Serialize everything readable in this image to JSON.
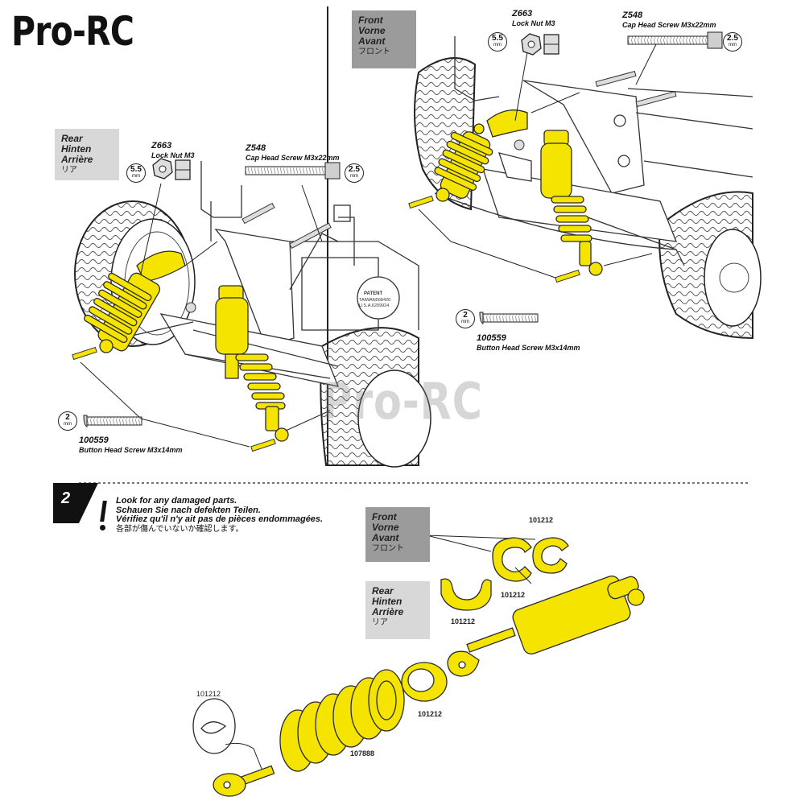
{
  "logo": "Pro-RC",
  "watermark": "Pro-RC",
  "colors": {
    "part_highlight": "#f5e400",
    "label_dark": "#9b9b9b",
    "label_light": "#d8d8d8",
    "outline": "#2a2a2a"
  },
  "rear_assembly": {
    "position_label": {
      "en": "Rear",
      "de": "Hinten",
      "fr": "Arrière",
      "jp": "リア"
    },
    "lock_nut": {
      "part_no": "Z663",
      "desc": "Lock Nut M3",
      "tool": "5.5",
      "unit": "mm"
    },
    "cap_screw": {
      "part_no": "Z548",
      "desc": "Cap Head Screw M3x22mm",
      "tool": "2.5",
      "unit": "mm"
    },
    "button_screw": {
      "part_no": "100559",
      "desc": "Button Head Screw M3x14mm",
      "tool": "2",
      "unit": "mm"
    },
    "patent_text": "PATENT TAIWAN 568420 U.S.A.6209924"
  },
  "front_assembly": {
    "position_label": {
      "en": "Front",
      "de": "Vorne",
      "fr": "Avant",
      "jp": "フロント"
    },
    "lock_nut": {
      "part_no": "Z663",
      "desc": "Lock Nut M3",
      "tool": "5.5",
      "unit": "mm"
    },
    "cap_screw": {
      "part_no": "Z548",
      "desc": "Cap Head Screw M3x22mm",
      "tool": "2.5",
      "unit": "mm"
    },
    "button_screw": {
      "part_no": "100559",
      "desc": "Button Head Screw M3x14mm",
      "tool": "2",
      "unit": "mm"
    }
  },
  "step2": {
    "number": "2",
    "warning": {
      "en": "Look for any damaged parts.",
      "de": "Schauen Sie nach defekten Teilen.",
      "fr": "Vérifiez qu'il n'y ait pas de pièces endommagées.",
      "jp": "各部が傷んでいないか確認します。"
    },
    "front_label": {
      "en": "Front",
      "de": "Vorne",
      "fr": "Avant",
      "jp": "フロント"
    },
    "rear_label": {
      "en": "Rear",
      "de": "Hinten",
      "fr": "Arrière",
      "jp": "リア"
    },
    "parts": {
      "clip_top": "101212",
      "clip_mid": "101212",
      "clip_rear": "101212",
      "spring_cup": "101212",
      "bottom_cup": "101212",
      "spring": "107888"
    }
  }
}
